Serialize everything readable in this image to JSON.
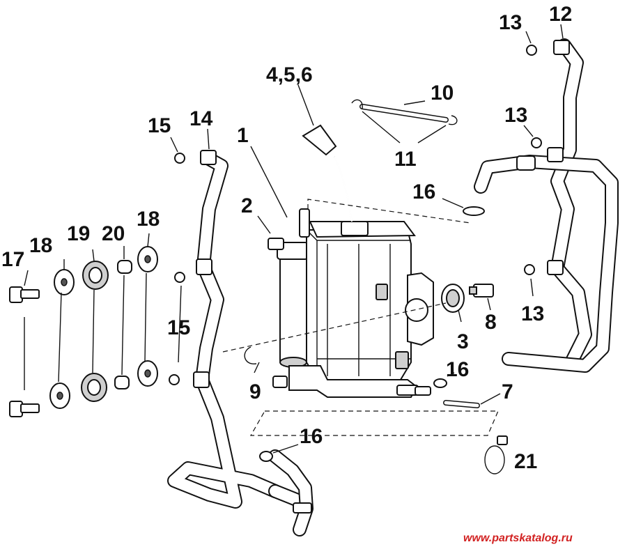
{
  "callouts": {
    "c1": "1",
    "c2": "2",
    "c3": "3",
    "c456": "4,5,6",
    "c7": "7",
    "c8": "8",
    "c9": "9",
    "c10": "10",
    "c11": "11",
    "c12": "12",
    "c13a": "13",
    "c13b": "13",
    "c13c": "13",
    "c14": "14",
    "c15a": "15",
    "c15b": "15",
    "c16a": "16",
    "c16b": "16",
    "c16c": "16",
    "c17": "17",
    "c18a": "18",
    "c18b": "18",
    "c19": "19",
    "c20": "20",
    "c21": "21"
  },
  "watermark": "www.partskatalog.ru",
  "colors": {
    "line": "#111111",
    "watermark": "#d22222",
    "background": "#ffffff"
  }
}
